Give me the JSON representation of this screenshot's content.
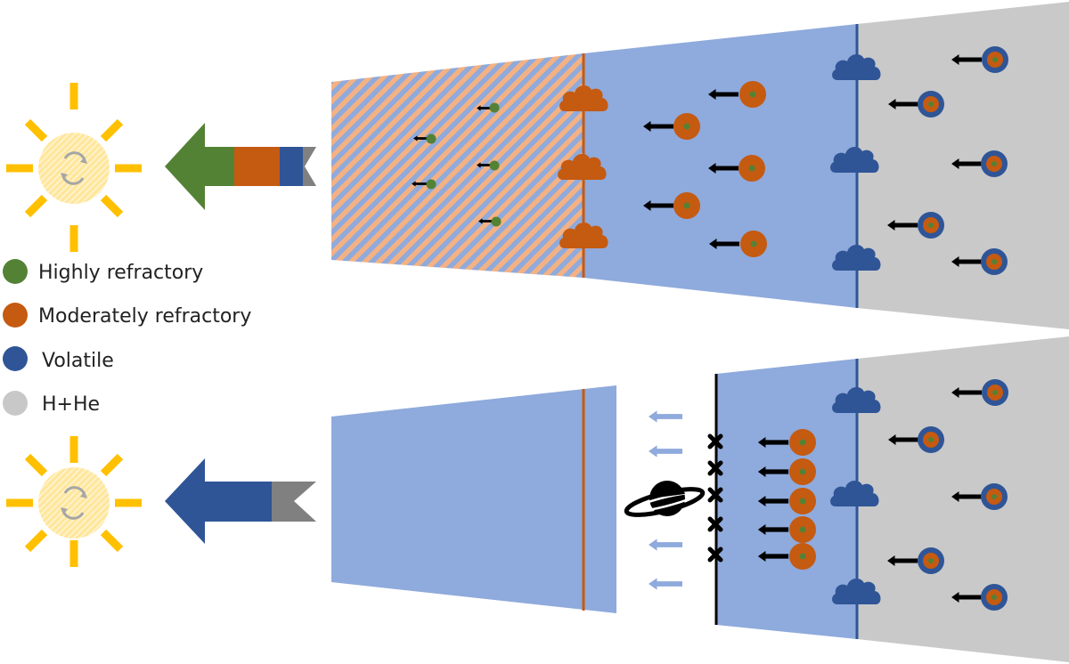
{
  "colors": {
    "highly_refractory": "#548235",
    "moderately_refractory": "#c55a11",
    "volatile": "#2f5597",
    "h_he": "#c8c8c8",
    "disk_blue": "#8faadc",
    "disk_gray": "#c9c9c9",
    "sun": "#ffc000",
    "arrow_light": "#8faadc",
    "ink": "#000000"
  },
  "legend": {
    "items": [
      {
        "label": "Highly refractory",
        "color_key": "highly_refractory"
      },
      {
        "label": "Moderately refractory",
        "color_key": "moderately_refractory"
      },
      {
        "label": "Volatile",
        "color_key": "volatile"
      },
      {
        "label": "H+He",
        "color_key": "h_he"
      }
    ]
  },
  "icons": {
    "star": "sun-icon",
    "cloud": "cloud-icon",
    "planet": "ringed-planet-icon",
    "blocked": "cross-mark-icon"
  },
  "panels": {
    "top": {
      "accretion_arrow_bands": [
        "highly_refractory",
        "moderately_refractory",
        "volatile",
        "h_he"
      ],
      "inner_zone": "hatched"
    },
    "bottom": {
      "accretion_arrow_bands": [
        "volatile",
        "h_he"
      ],
      "planet_gap": true
    }
  }
}
